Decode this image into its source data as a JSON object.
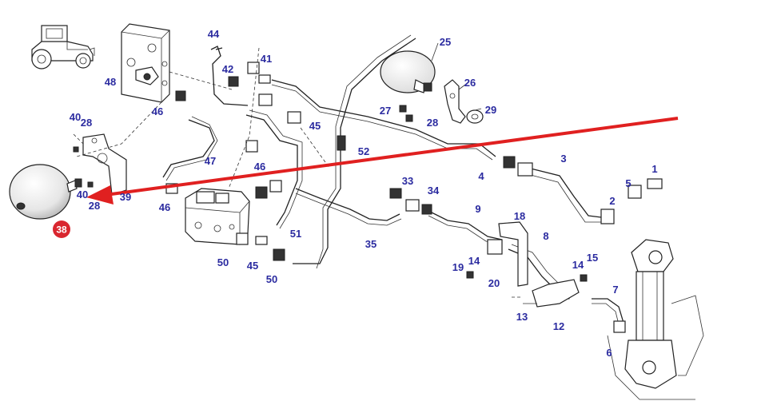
{
  "colors": {
    "label": "#2b2ba0",
    "arrow": "#e02020",
    "highlight": "#d9262f"
  },
  "icons": {
    "tractor": "tractor-icon"
  },
  "parts": [
    {
      "id": "p1",
      "label": "1"
    },
    {
      "id": "p2",
      "label": "2"
    },
    {
      "id": "p3",
      "label": "3"
    },
    {
      "id": "p4",
      "label": "4"
    },
    {
      "id": "p5",
      "label": "5"
    },
    {
      "id": "p6",
      "label": "6"
    },
    {
      "id": "p7",
      "label": "7"
    },
    {
      "id": "p8",
      "label": "8"
    },
    {
      "id": "p9",
      "label": "9"
    },
    {
      "id": "p12",
      "label": "12"
    },
    {
      "id": "p13",
      "label": "13"
    },
    {
      "id": "p14a",
      "label": "14"
    },
    {
      "id": "p14b",
      "label": "14"
    },
    {
      "id": "p15",
      "label": "15"
    },
    {
      "id": "p18",
      "label": "18"
    },
    {
      "id": "p19",
      "label": "19"
    },
    {
      "id": "p20",
      "label": "20"
    },
    {
      "id": "p25",
      "label": "25"
    },
    {
      "id": "p26",
      "label": "26"
    },
    {
      "id": "p27",
      "label": "27"
    },
    {
      "id": "p28a",
      "label": "28"
    },
    {
      "id": "p28b",
      "label": "28"
    },
    {
      "id": "p28c",
      "label": "28"
    },
    {
      "id": "p29",
      "label": "29"
    },
    {
      "id": "p33",
      "label": "33"
    },
    {
      "id": "p34",
      "label": "34"
    },
    {
      "id": "p35",
      "label": "35"
    },
    {
      "id": "p39",
      "label": "39"
    },
    {
      "id": "p40a",
      "label": "40"
    },
    {
      "id": "p40b",
      "label": "40"
    },
    {
      "id": "p41",
      "label": "41"
    },
    {
      "id": "p42",
      "label": "42"
    },
    {
      "id": "p44",
      "label": "44"
    },
    {
      "id": "p45a",
      "label": "45"
    },
    {
      "id": "p45b",
      "label": "45"
    },
    {
      "id": "p46a",
      "label": "46"
    },
    {
      "id": "p46b",
      "label": "46"
    },
    {
      "id": "p46c",
      "label": "46"
    },
    {
      "id": "p47",
      "label": "47"
    },
    {
      "id": "p48",
      "label": "48"
    },
    {
      "id": "p50a",
      "label": "50"
    },
    {
      "id": "p50b",
      "label": "50"
    },
    {
      "id": "p51",
      "label": "51"
    },
    {
      "id": "p52",
      "label": "52"
    }
  ],
  "highlight": {
    "label": "38"
  }
}
